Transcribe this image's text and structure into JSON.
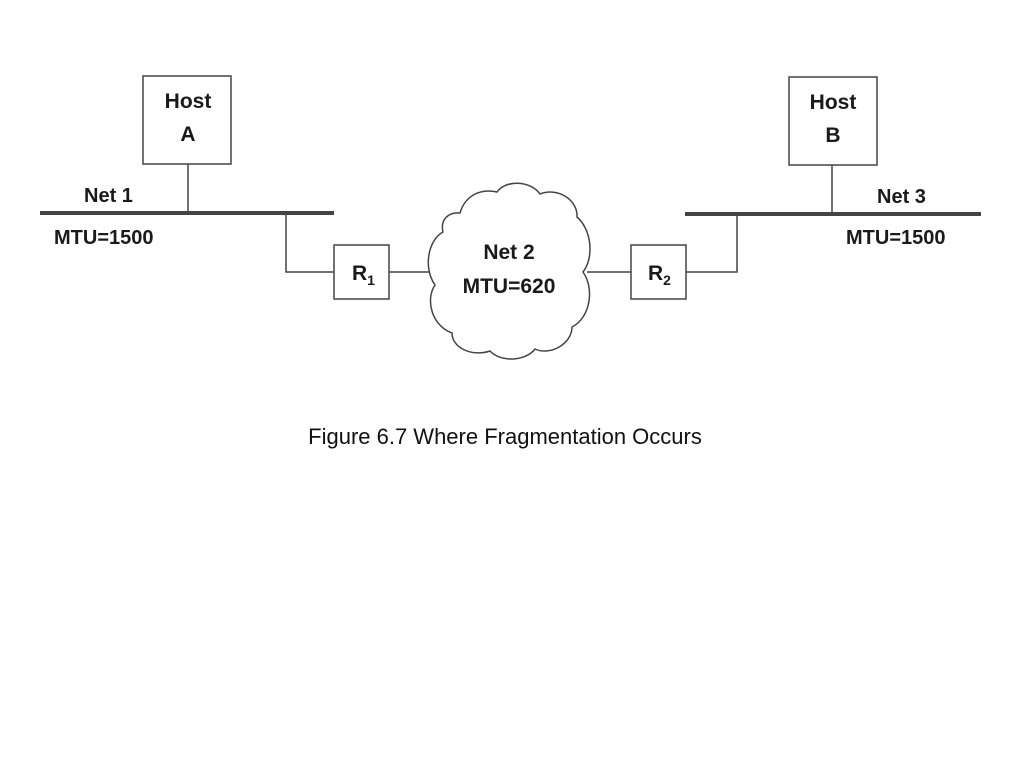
{
  "diagram": {
    "host_a": {
      "line1": "Host",
      "line2": "A"
    },
    "host_b": {
      "line1": "Host",
      "line2": "B"
    },
    "net1": {
      "name": "Net 1",
      "mtu": "MTU=1500"
    },
    "net2": {
      "name": "Net 2",
      "mtu": "MTU=620"
    },
    "net3": {
      "name": "Net 3",
      "mtu": "MTU=1500"
    },
    "router1": {
      "letter": "R",
      "sub": "1"
    },
    "router2": {
      "letter": "R",
      "sub": "2"
    }
  },
  "caption": "Figure 6.7 Where Fragmentation Occurs",
  "colors": {
    "stroke": "#444444",
    "text": "#1a1a1a",
    "background": "#ffffff"
  }
}
